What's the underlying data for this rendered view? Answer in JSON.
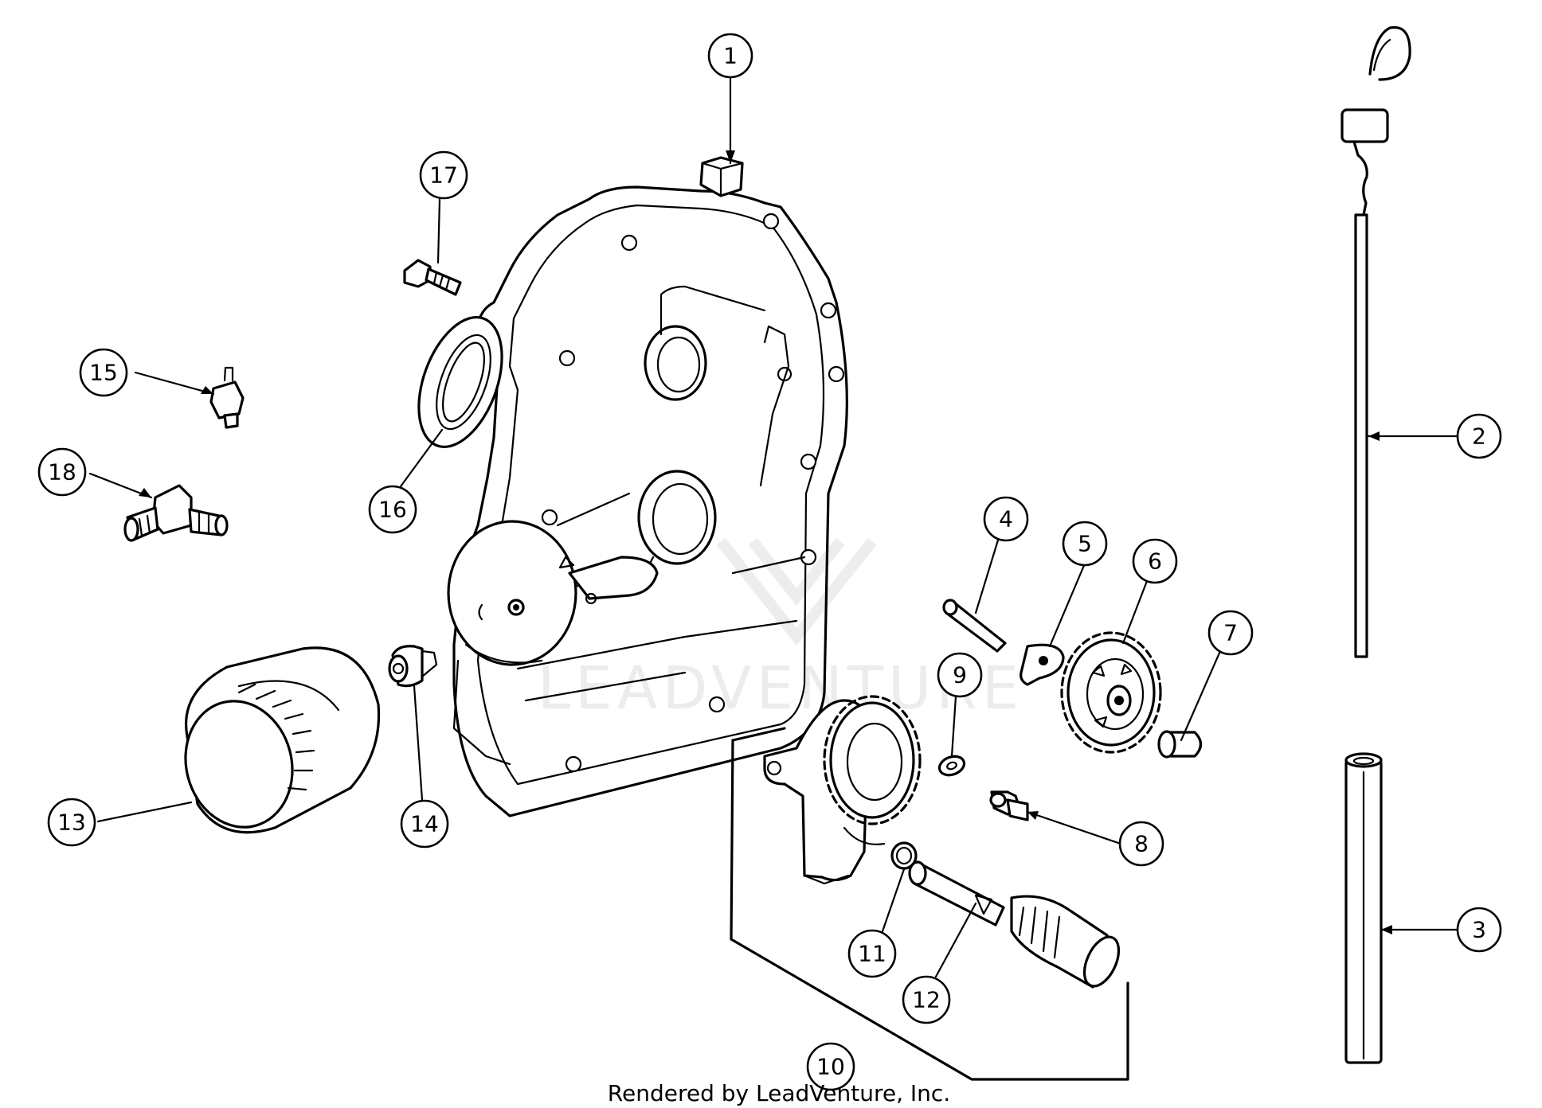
{
  "diagram": {
    "callouts": [
      {
        "id": "c1",
        "label": "1"
      },
      {
        "id": "c2",
        "label": "2"
      },
      {
        "id": "c3",
        "label": "3"
      },
      {
        "id": "c4",
        "label": "4"
      },
      {
        "id": "c5",
        "label": "5"
      },
      {
        "id": "c6",
        "label": "6"
      },
      {
        "id": "c7",
        "label": "7"
      },
      {
        "id": "c8",
        "label": "8"
      },
      {
        "id": "c9",
        "label": "9"
      },
      {
        "id": "c10",
        "label": "10"
      },
      {
        "id": "c11",
        "label": "11"
      },
      {
        "id": "c12",
        "label": "12"
      },
      {
        "id": "c13",
        "label": "13"
      },
      {
        "id": "c14",
        "label": "14"
      },
      {
        "id": "c15",
        "label": "15"
      },
      {
        "id": "c16",
        "label": "16"
      },
      {
        "id": "c17",
        "label": "17"
      },
      {
        "id": "c18",
        "label": "18"
      }
    ]
  },
  "watermark": {
    "text": "LEADVENTURE"
  },
  "footer": {
    "text": "Rendered by LeadVenture, Inc."
  }
}
